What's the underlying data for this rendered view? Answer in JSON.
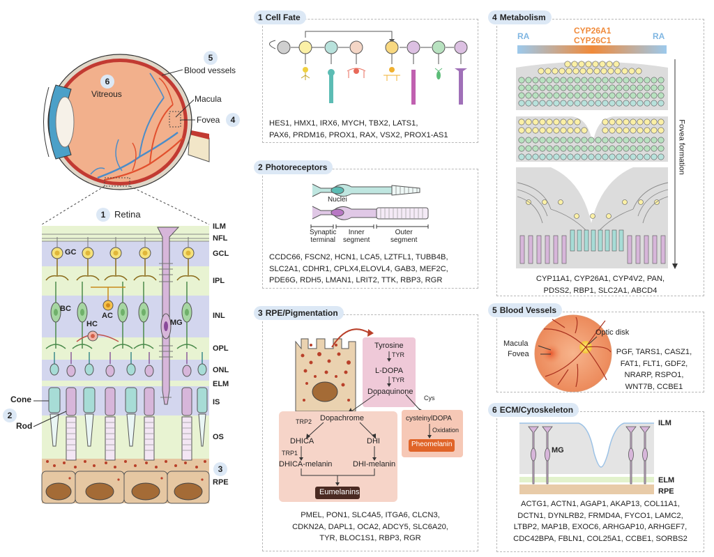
{
  "eye": {
    "labels": {
      "n5": "5",
      "n6": "6",
      "n4": "4",
      "n1": "1",
      "blood_vessels": "Blood vessels",
      "vitreous": "Vitreous",
      "macula": "Macula",
      "fovea": "Fovea",
      "retina": "Retina"
    }
  },
  "retina_layers": {
    "names": [
      "ILM",
      "NFL",
      "GCL",
      "IPL",
      "INL",
      "OPL",
      "ONL",
      "ELM",
      "IS",
      "OS",
      "RPE"
    ],
    "cells": {
      "gc": "GC",
      "bc": "BC",
      "ac": "AC",
      "hc": "HC",
      "mg": "MG",
      "cone": "Cone",
      "rod": "Rod",
      "n2": "2",
      "n3": "3"
    }
  },
  "panels": {
    "cell_fate": {
      "num": "1",
      "title": "Cell Fate",
      "genes": [
        "HES1, HMX1, IRX6, MYCH, TBX2, LATS1,",
        "PAX6, PRDM16, PROX1, RAX, VSX2, PROX1-AS1"
      ]
    },
    "photoreceptors": {
      "num": "2",
      "title": "Photoreceptors",
      "labels": {
        "nuclei": "Nuclei",
        "synaptic": "Synaptic\nterminal",
        "inner": "Inner\nsegment",
        "outer": "Outer\nsegment"
      },
      "genes": [
        "CCDC66, FSCN2, HCN1, LCA5, LZTFL1, TUBB4B,",
        "SLC2A1, CDHR1, CPLX4,ELOVL4, GAB3, MEF2C,",
        "PDE6G, RDH5, LMAN1, LRIT2, TTK, RBP3, RGR"
      ]
    },
    "rpe": {
      "num": "3",
      "title": "RPE/Pigmentation",
      "pathway": {
        "tyrosine": "Tyrosine",
        "tyr1": "TYR",
        "ldopa": "L-DOPA",
        "tyr2": "TYR",
        "dopaquinone": "Dopaquinone",
        "cys": "Cys",
        "cysteinyldopa": "cysteinylDOPA",
        "oxidation": "Oxidation",
        "pheomelanin": "Pheomelanin",
        "dopachrome": "Dopachrome",
        "trp2": "TRP2",
        "trp1": "TRP1",
        "dhica": "DHICA",
        "dhi": "DHI",
        "dhica_melanin": "DHICA-melanin",
        "dhi_melanin": "DHI-melanin",
        "eumelanins": "Eumelanins"
      },
      "genes": [
        "PMEL, PON1, SLC4A5, ITGA6, CLCN3,",
        "CDKN2A, DAPL1, OCA2, ADCY5, SLC6A20,",
        "TYR, BLOC1S1, RBP3, RGR"
      ]
    },
    "metabolism": {
      "num": "4",
      "title": "Metabolism",
      "labels": {
        "ra_left": "RA",
        "ra_right": "RA",
        "cyp1": "CYP26A1",
        "cyp2": "CYP26C1",
        "fovea_formation": "Fovea formation"
      },
      "genes": [
        "CYP11A1, CYP26A1, CYP4V2, PAN,",
        "PDSS2, RBP1, SLC2A1, ABCD4"
      ]
    },
    "blood_vessels": {
      "num": "5",
      "title": "Blood Vessels",
      "labels": {
        "optic_disk": "Optic disk",
        "macula": "Macula",
        "fovea": "Fovea"
      },
      "genes": [
        "PGF, TARS1, CASZ1,",
        "FAT1, FLT1, GDF2,",
        "NRARP, RSPO1,",
        "WNT7B, CCBE1"
      ]
    },
    "ecm": {
      "num": "6",
      "title": "ECM/Cytoskeleton",
      "labels": {
        "ilm": "ILM",
        "mg": "MG",
        "elm": "ELM",
        "rpe": "RPE"
      },
      "genes": [
        "ACTG1, ACTN1, AGAP1, AKAP13, COL11A1,",
        "DCTN1, DYNLRB2, FRMD4A, FYCO1, LAMC2,",
        "LTBP2, MAP1B, EXOC6, ARHGAP10, ARHGEF7,",
        "CDC42BPA, FBLN1, COL25A1, CCBE1, SORBS2"
      ]
    }
  },
  "colors": {
    "badge": "#dce8f5",
    "eye_red": "#c23a32",
    "vitreous": "#f2b08c",
    "gc_yellow": "#f6e27a",
    "bc_green": "#a6d6a2",
    "cone_teal": "#a7dcd6",
    "rod_purple": "#d7b6da",
    "rpe_brown": "#b76b3a"
  }
}
